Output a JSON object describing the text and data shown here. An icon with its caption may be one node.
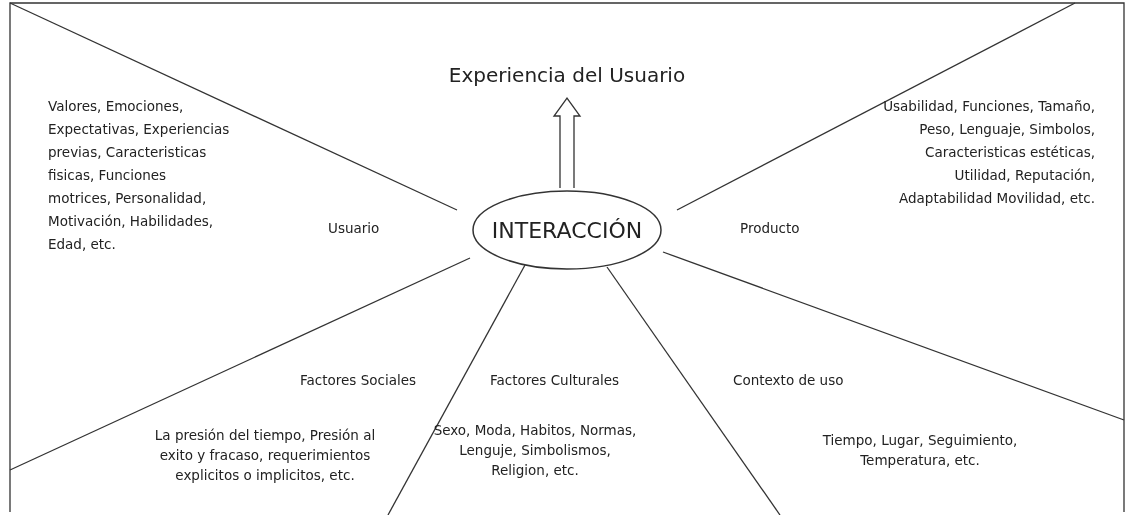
{
  "diagram": {
    "nodes": [
      {
        "text": [
          "INTERACCIÓN"
        ]
      },
      {
        "text": [
          "Experiencia del Usuario"
        ]
      }
    ],
    "edges": [
      {
        "from": 0,
        "to": 1,
        "arrow": "to"
      }
    ],
    "labels": [
      "Valores, Emociones, Expectativas, Experiencias previas, Caracteristicas fisicas, Funciones motrices, Personalidad, Motivación, Habilidades, Edad, etc.",
      "Usuario",
      "Producto",
      "Usabilidad, Funciones, Tamaño, Peso, Lenguaje, Simbolos, Caracteristicas estéticas, Utilidad, Reputación, Adaptabilidad Movilidad, etc.",
      "Factores Sociales",
      "Factores Culturales",
      "Contexto de uso",
      "La presión del tiempo, Presión al exito y fracaso, requerimientos explicitos o implicitos, etc.",
      "Sexo, Moda, Habitos, Normas, Lenguje, Simbolismos, Religion, etc.",
      "Tiempo, Lugar, Seguimiento, Temperatura, etc."
    ]
  }
}
